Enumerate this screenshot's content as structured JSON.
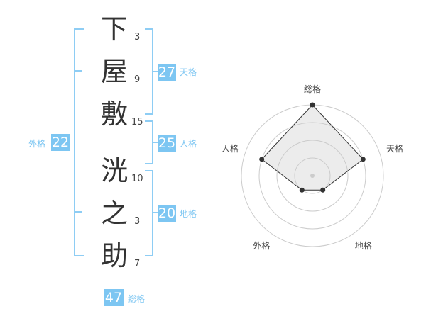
{
  "name_chars": [
    {
      "char": "下",
      "strokes": "3"
    },
    {
      "char": "屋",
      "strokes": "9"
    },
    {
      "char": "敷",
      "strokes": "15"
    },
    {
      "char": "洸",
      "strokes": "10"
    },
    {
      "char": "之",
      "strokes": "3"
    },
    {
      "char": "助",
      "strokes": "7"
    }
  ],
  "fortunes": {
    "tenkaku": {
      "value": "27",
      "label": "天格"
    },
    "jinkaku": {
      "value": "25",
      "label": "人格"
    },
    "chikaku": {
      "value": "20",
      "label": "地格"
    },
    "gaikaku": {
      "value": "22",
      "label": "外格"
    },
    "soukaku": {
      "value": "47",
      "label": "総格"
    }
  },
  "chart_data": {
    "type": "radar",
    "axes": [
      "総格",
      "天格",
      "地格",
      "外格",
      "人格"
    ],
    "values": [
      4,
      3,
      1,
      1,
      3
    ],
    "max": 4
  }
}
